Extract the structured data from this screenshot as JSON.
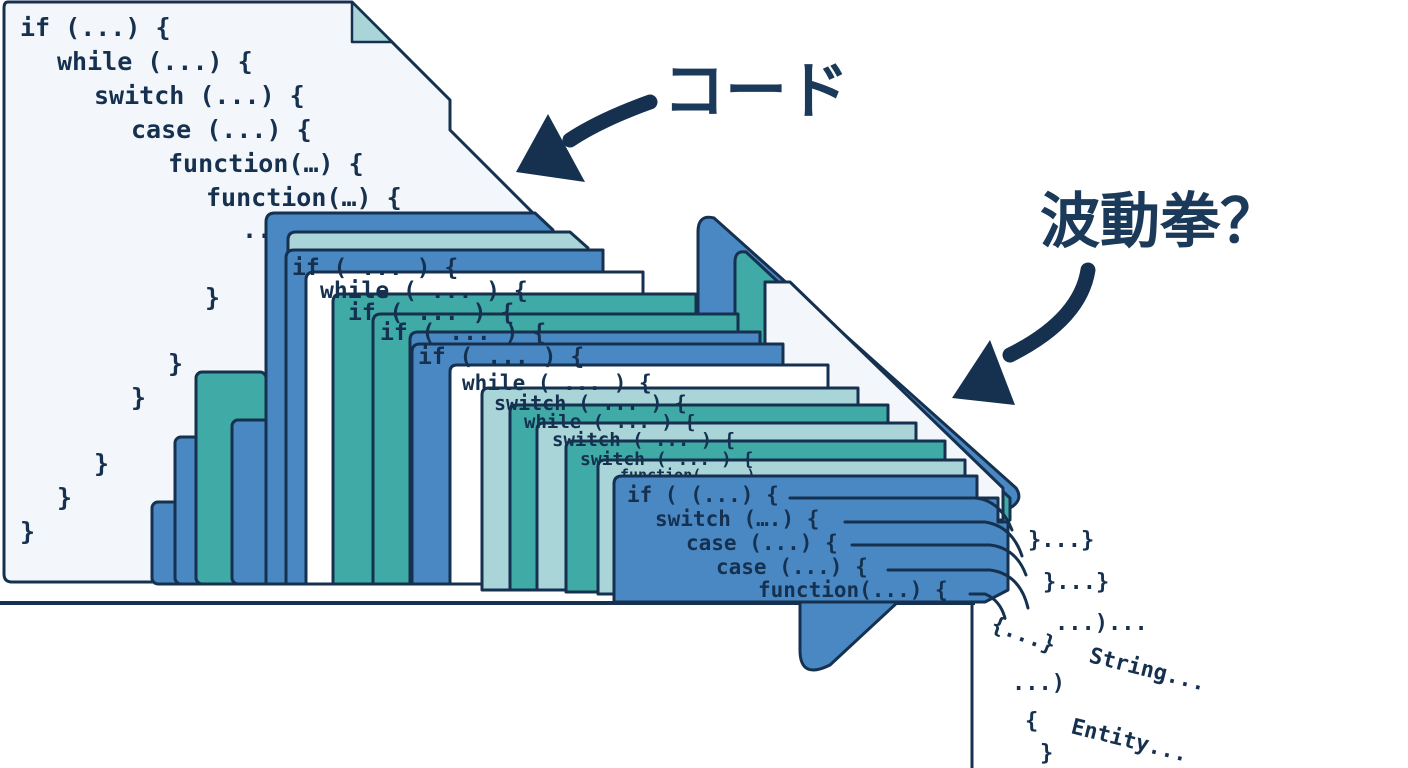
{
  "colors": {
    "ink": "#15314f",
    "paper": "#f3f6fa",
    "blue": "#4a88c4",
    "teal": "#3faaa6",
    "mint": "#a9d4d8",
    "white": "#ffffff"
  },
  "labels": {
    "code": "コード",
    "hadouken": "波動拳？"
  },
  "big_sheet": {
    "lines": [
      "if (...) {",
      "while (...) {",
      "switch (...) {",
      "case (...) {",
      "function(…) {",
      "function(…) {",
      "..."
    ],
    "closings": [
      "}",
      "}",
      "}",
      "}",
      "}",
      "}"
    ]
  },
  "fragments": {
    "layer_1": "if ( ... ) {",
    "layer_2": "while ( ... ) {",
    "layer_3": "if ( ... ) {",
    "layer_4": "if ( ... ) {",
    "layer_5": "if ( ... ) {",
    "layer_6": "while ( ... ) {",
    "layer_7": "switch ( ... ) {",
    "layer_8": "while ( ... ) {",
    "layer_9": "switch ( ... ) {",
    "layer_10": "switch ( ... ) {",
    "layer_11": "function( ... )"
  },
  "front_sheet": {
    "lines": [
      "if ( (...) {",
      "switch (….) {",
      "case (...) {",
      "case (...) {",
      "function(...) {"
    ]
  },
  "debris": [
    "}...}",
    "}...}",
    "{...}",
    "...)...",
    "String...",
    "...)",
    "{",
    "Entity...",
    "}"
  ]
}
